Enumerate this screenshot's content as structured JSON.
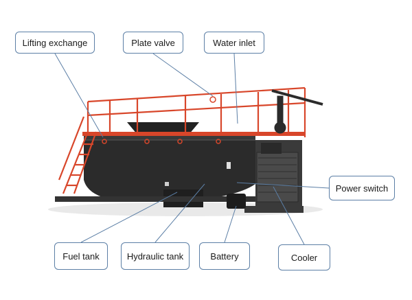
{
  "labels": {
    "lifting_exchange": "Lifting exchange",
    "plate_valve": "Plate valve",
    "water_inlet": "Water inlet",
    "power_switch": "Power switch",
    "fuel_tank": "Fuel tank",
    "hydraulic_tank": "Hydraulic tank",
    "battery": "Battery",
    "cooler": "Cooler"
  },
  "colors": {
    "railing": "#d8462a",
    "tank": "#2b2b2b",
    "leader_line": "#5b7ea5",
    "box_border": "#5b7ea5"
  }
}
